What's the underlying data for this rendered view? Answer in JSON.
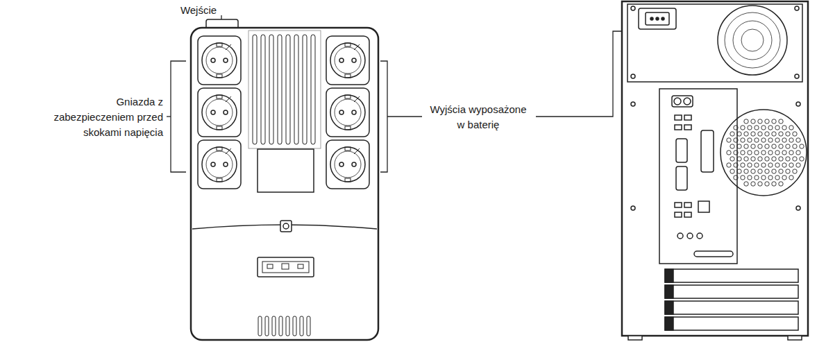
{
  "diagram": {
    "labels": [
      "Wejście",
      "Gniazda z zabezpieczeniem przed skokami napięcia",
      "Wyjścia wyposażone w baterię"
    ]
  }
}
